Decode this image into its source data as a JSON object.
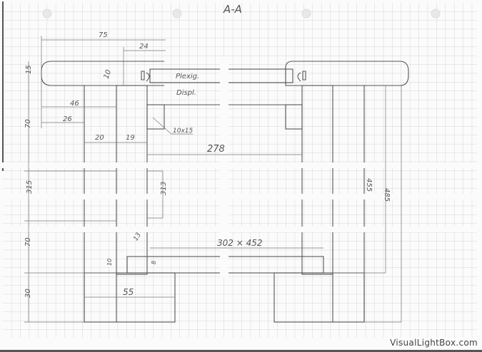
{
  "title": "A-A",
  "labels": {
    "plexi": "Plexig.",
    "display": "Displ.",
    "profile": "10x15",
    "inner_width": "278",
    "shelf": "302 × 452"
  },
  "dimensions": {
    "top_overhang": "75",
    "top_inner": "24",
    "top_thickness": "15",
    "top_rebate": "10",
    "d46": "46",
    "d26": "26",
    "d20": "20",
    "d19": "19",
    "upper_height": "70",
    "mid_height": "315",
    "post_mid": "313",
    "lower_height": "70",
    "shelf_edge": "13",
    "shelf_rebate": "10",
    "shelf_thickness": "8",
    "foot_width": "55",
    "foot_height": "30",
    "inner_height": "455",
    "total_height": "485"
  },
  "watermark": "VisualLightBox.com",
  "colors": {
    "pencil": "#555555",
    "grid": "#c8ccd2",
    "paper": "#fbfbfb"
  }
}
